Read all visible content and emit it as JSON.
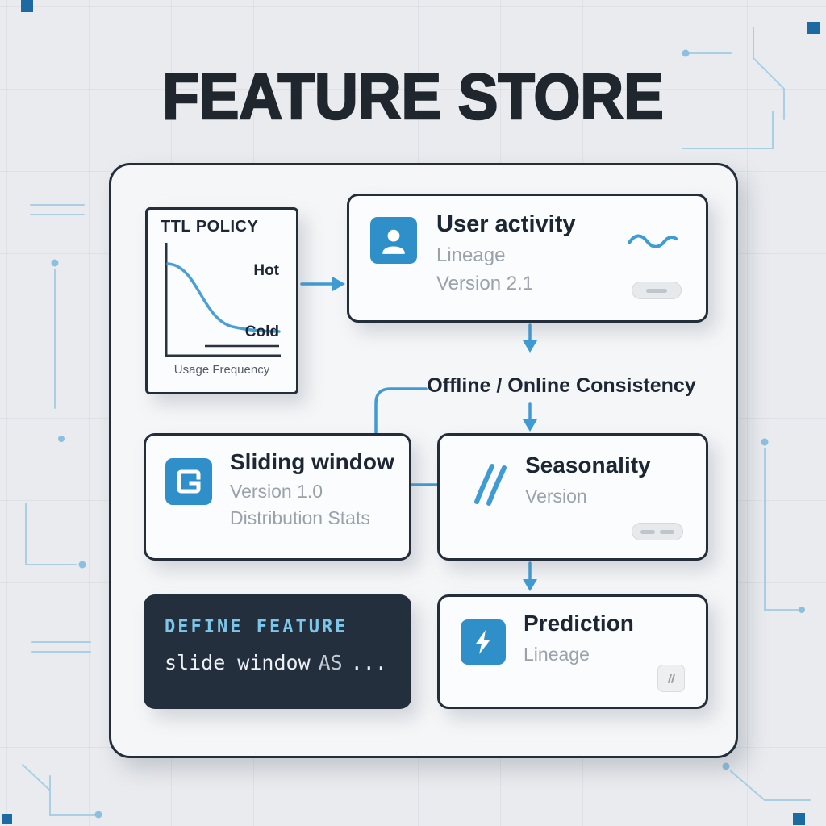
{
  "title": "FEATURE STORE",
  "ttl": {
    "title": "TTL POLICY",
    "hot": "Hot",
    "cold": "Cold",
    "axis_label": "Usage Frequency"
  },
  "user_activity": {
    "title": "User activity",
    "line1": "Lineage",
    "line2": "Version 2.1"
  },
  "consistency": {
    "label": "Offline / Online Consistency"
  },
  "sliding_window": {
    "title": "Sliding window",
    "line1": "Version 1.0",
    "line2": "Distribution Stats"
  },
  "seasonality": {
    "title": "Seasonality",
    "line1": "Version"
  },
  "code": {
    "line1": "DEFINE FEATURE",
    "name": "slide_window",
    "keyword": "AS",
    "ellipsis": "..."
  },
  "prediction": {
    "title": "Prediction",
    "line1": "Lineage"
  },
  "icons": {
    "user": "user-icon",
    "window": "window-glyph-icon",
    "slashes": "double-slash-icon",
    "bolt": "lightning-icon",
    "wave": "wave-icon"
  },
  "colors": {
    "accent": "#2f8fc9",
    "connector": "#3f9bd4",
    "decor_line": "#a9cfe7",
    "decor_square": "#1d6aa3",
    "ink": "#1d2733",
    "muted": "#99a1ab",
    "code_bg": "#232f3d",
    "code_keyword": "#7cc6ea",
    "card_bg": "#fbfcfd",
    "frame_bg": "#f5f6f8",
    "page_bg": "#e9ebee"
  }
}
